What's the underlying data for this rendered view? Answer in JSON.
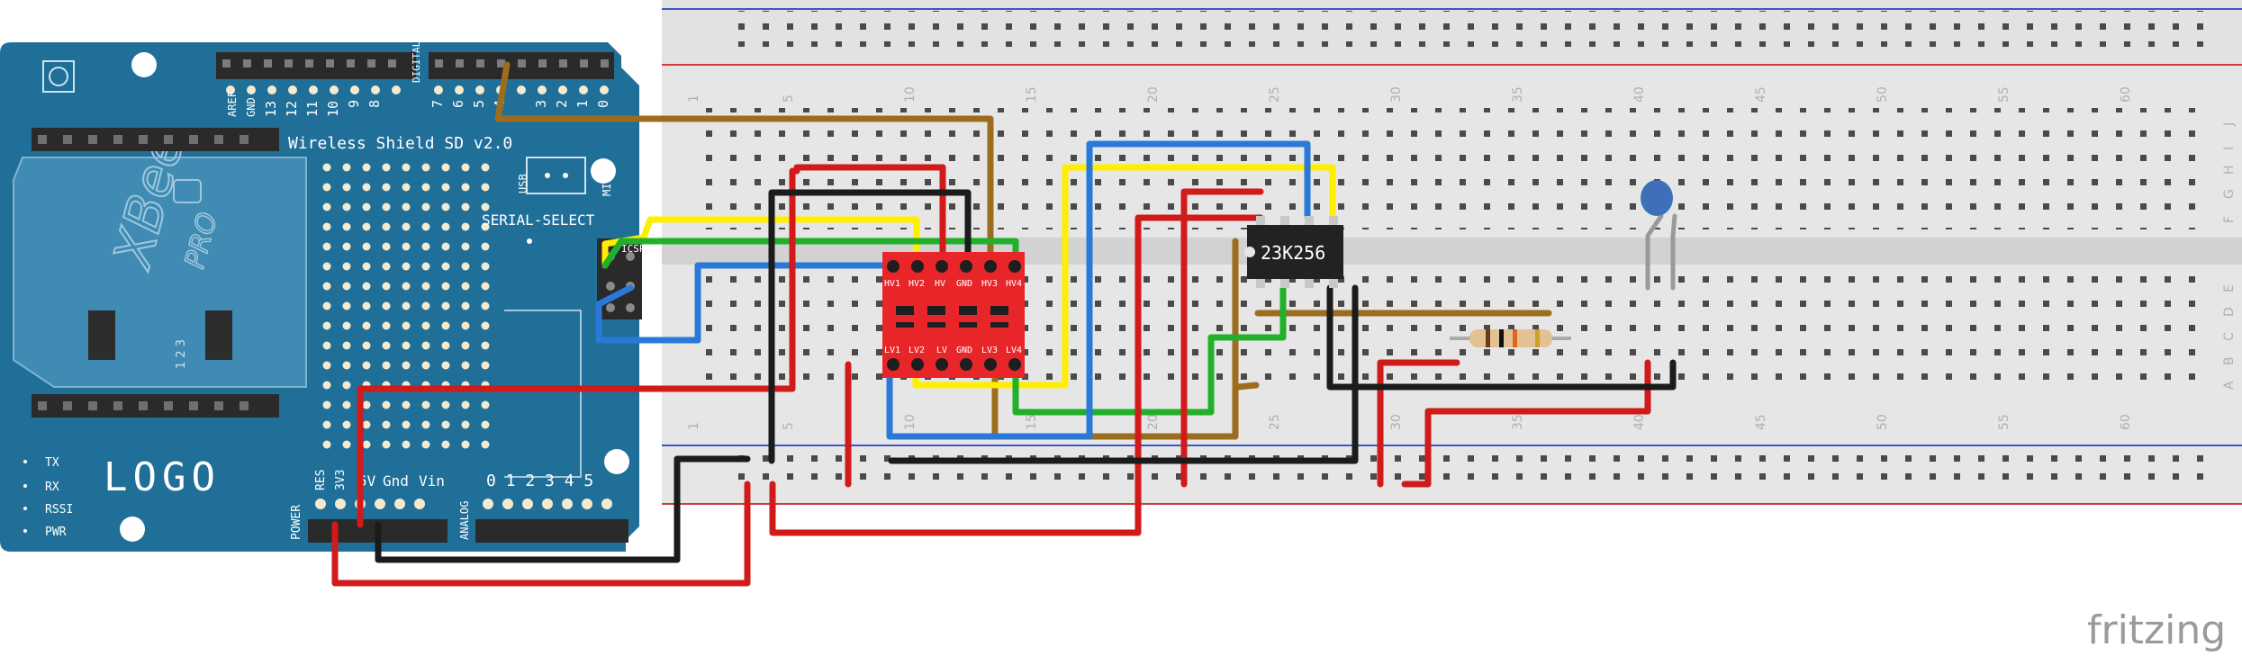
{
  "colors": {
    "shield": "#1f6f98",
    "breadboard": "#e6e6e6",
    "wire_red": "#d11a1a",
    "wire_black": "#1b1b1b",
    "wire_yellow": "#ffee00",
    "wire_green": "#22b02a",
    "wire_blue": "#2a78d8",
    "wire_brown": "#9c6d1e"
  },
  "shield": {
    "title": "Wireless Shield SD v2.0",
    "logo": "LOGO",
    "xbee_brand": "XBee",
    "xbee_model": "PRO",
    "serial_select": "SERIAL-SELECT",
    "usb": "USB",
    "micro": "MICRO",
    "icsp": "ICSP",
    "power": "POWER",
    "analog": "ANALOG",
    "digital": "DIGITAL",
    "aref": "AREF",
    "gnd_top": "GND",
    "xbee_pins": "1 2 3",
    "top_pin_labels": [
      "13",
      "12",
      "11",
      "10",
      "9",
      "8",
      "7",
      "6",
      "5",
      "4",
      "3",
      "2",
      "1",
      "0"
    ],
    "power_pin_labels": [
      "RES",
      "3V3",
      "5V",
      "Gnd",
      "Vin"
    ],
    "analog_pin_labels": "0 1 2 3 4 5",
    "led_labels": [
      "TX",
      "RX",
      "RSSI",
      "PWR"
    ]
  },
  "level_shifter": {
    "top_labels": [
      "HV1",
      "HV2",
      "HV",
      "GND",
      "HV3",
      "HV4"
    ],
    "bottom_labels": [
      "LV1",
      "LV2",
      "LV",
      "GND",
      "LV3",
      "LV4"
    ]
  },
  "chip": {
    "label": "23K256"
  },
  "breadboard": {
    "column_numbers": [
      "1",
      "5",
      "10",
      "15",
      "20",
      "25",
      "30",
      "35",
      "40",
      "45",
      "50",
      "55",
      "60"
    ],
    "row_letters_top": [
      "J",
      "I",
      "H",
      "G",
      "F"
    ],
    "row_letters_bottom": [
      "E",
      "D",
      "C",
      "B",
      "A"
    ]
  },
  "watermark": "fritzing"
}
